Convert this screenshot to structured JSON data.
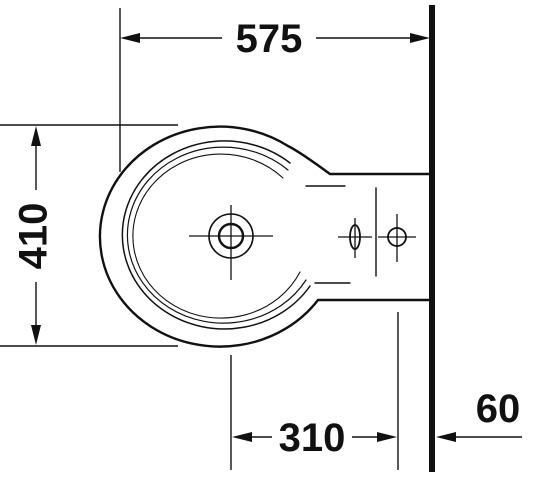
{
  "dimensions": {
    "width_total": "575",
    "depth": "410",
    "outlet_offset": "310",
    "wall_offset": "60"
  },
  "colors": {
    "line": "#111111",
    "background": "#ffffff"
  }
}
